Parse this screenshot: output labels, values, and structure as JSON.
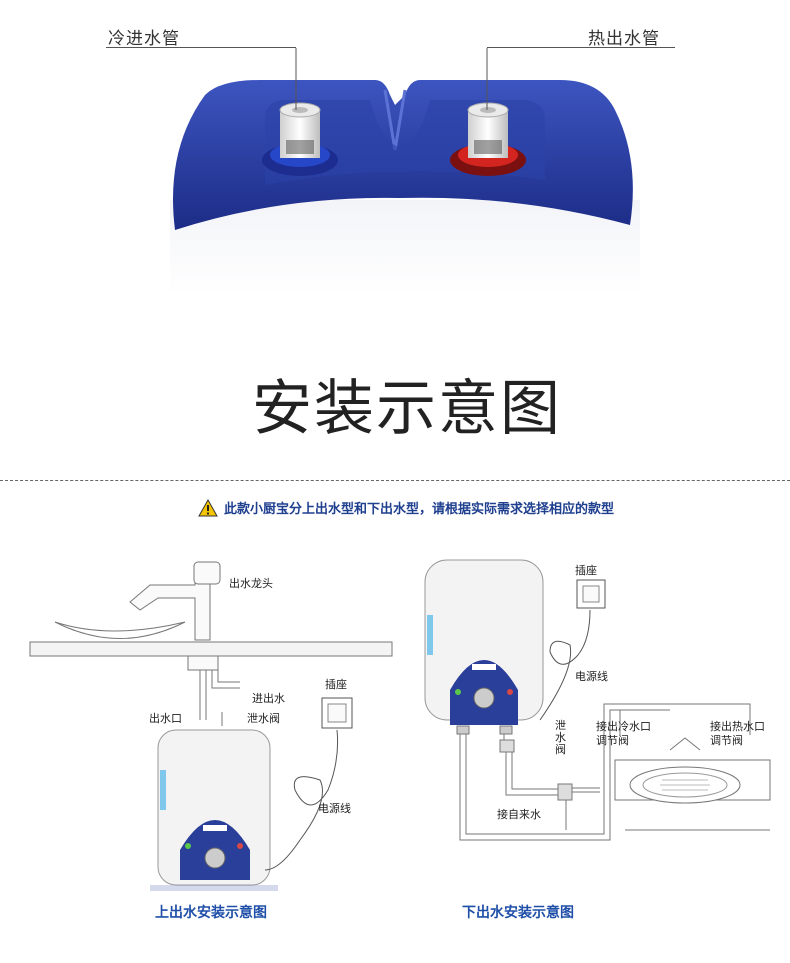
{
  "product_photo": {
    "cold_inlet_label": "冷进水管",
    "hot_outlet_label": "热出水管",
    "title": "安装示意图"
  },
  "notice": {
    "icon": "warning-icon",
    "text": "此款小厨宝分上出水型和下出水型，请根据实际需求选择相应的款型"
  },
  "left_diagram": {
    "faucet_label": "出水龙头",
    "cold_in_label": "进出水",
    "outlet_label": "出水口",
    "drain_valve_label": "泄水阀",
    "socket_label": "插座",
    "power_cord_label": "电源线",
    "caption": "上出水安装示意图"
  },
  "right_diagram": {
    "socket_label": "插座",
    "power_cord_label": "电源线",
    "drain_valve_label": "泄水阀",
    "cold_valve_label": "接出冷水口调节阀",
    "hot_valve_label": "接出热水口调节阀",
    "tap_water_label": "接自来水",
    "caption": "下出水安装示意图"
  },
  "colors": {
    "heater_blue": "#2a3f9a",
    "cold_ring": "#2747c9",
    "hot_ring": "#d3241f",
    "caption_blue": "#1f4fa8"
  }
}
